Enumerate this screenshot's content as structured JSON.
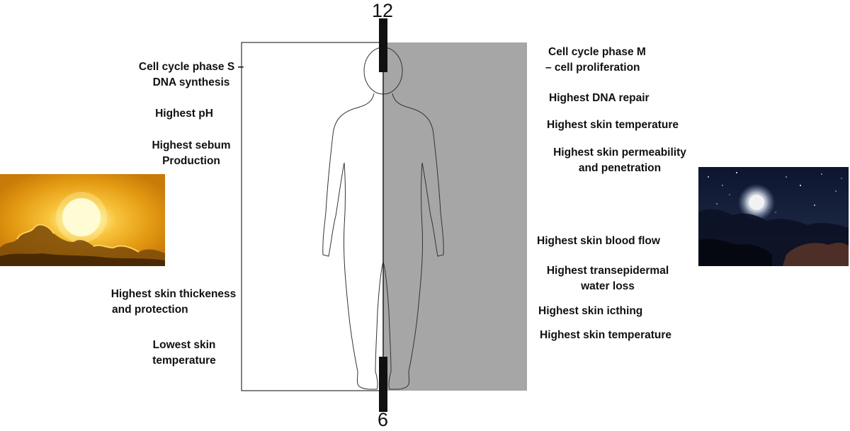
{
  "clock": {
    "top_number": "12",
    "bottom_number": "6"
  },
  "day_side": {
    "colors": {
      "panel": "#ffffff",
      "sun_core": "#fffbe0",
      "sky": "#e39a12"
    },
    "labels": [
      {
        "lines": [
          "Cell cycle phase S –",
          "DNA synthesis"
        ]
      },
      {
        "lines": [
          "Highest pH"
        ]
      },
      {
        "lines": [
          "Highest sebum",
          "Production"
        ]
      },
      {
        "lines": [
          "Highest skin thickeness",
          "and protection"
        ]
      },
      {
        "lines": [
          "Lowest skin",
          "temperature"
        ]
      }
    ]
  },
  "night_side": {
    "colors": {
      "panel": "#a6a6a6",
      "sky": "#1a2540",
      "moon": "#f2f2f2"
    },
    "labels": [
      {
        "lines": [
          "Cell cycle phase M",
          "– cell proliferation"
        ]
      },
      {
        "lines": [
          "Highest DNA repair"
        ]
      },
      {
        "lines": [
          "Highest skin temperature"
        ]
      },
      {
        "lines": [
          "Highest skin permeability",
          "and penetration"
        ]
      },
      {
        "lines": [
          "Highest skin blood flow"
        ]
      },
      {
        "lines": [
          "Highest transepidermal",
          "water loss"
        ]
      },
      {
        "lines": [
          "Highest skin icthing"
        ]
      },
      {
        "lines": [
          "Highest skin temperature"
        ]
      }
    ]
  },
  "icons": {
    "day": "sun-image",
    "night": "moon-night-image",
    "figure": "human-body-outline"
  }
}
